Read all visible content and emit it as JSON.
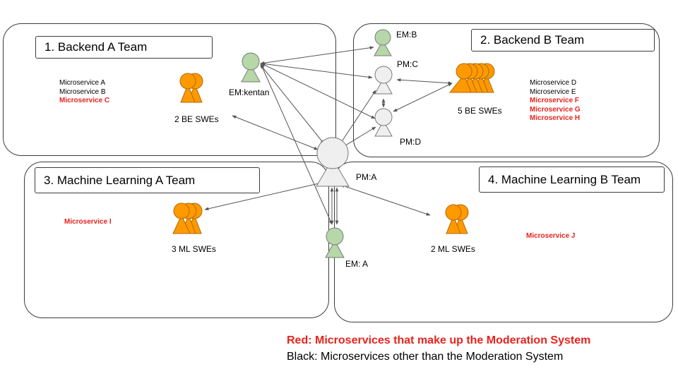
{
  "teams": [
    {
      "title": "1. Backend A Team"
    },
    {
      "title": "2. Backend B Team"
    },
    {
      "title": "3. Machine Learning A Team"
    },
    {
      "title": "4. Machine Learning B Team"
    }
  ],
  "microservices": {
    "team1": [
      {
        "name": "Microservice A",
        "moderation": false
      },
      {
        "name": "Microservice B",
        "moderation": false
      },
      {
        "name": "Microservice C",
        "moderation": true
      }
    ],
    "team2": [
      {
        "name": "Microservice D",
        "moderation": false
      },
      {
        "name": "Microservice E",
        "moderation": false
      },
      {
        "name": "Microservice F",
        "moderation": true
      },
      {
        "name": "Microservice G",
        "moderation": true
      },
      {
        "name": "Microservice H",
        "moderation": true
      }
    ],
    "team3": "Microservice I",
    "team4": "Microservice J"
  },
  "people": {
    "em_kentan": "EM:kentan",
    "em_b": "EM:B",
    "pm_c": "PM:C",
    "pm_d": "PM:D",
    "pm_a": "PM:A",
    "em_a": "EM: A",
    "swe_group_1": "2 BE SWEs",
    "swe_group_2": "5 BE SWEs",
    "swe_group_3": "3 ML SWEs",
    "swe_group_4": "2 ML SWEs"
  },
  "legend": {
    "red": "Red: Microservices that make up the Moderation System",
    "black": "Black: Microservices other than the Moderation System"
  },
  "colors": {
    "moderation": "#e8231d",
    "engineer": "#ff9900",
    "manager": "#b6d7a8",
    "pm": "#efefef"
  }
}
